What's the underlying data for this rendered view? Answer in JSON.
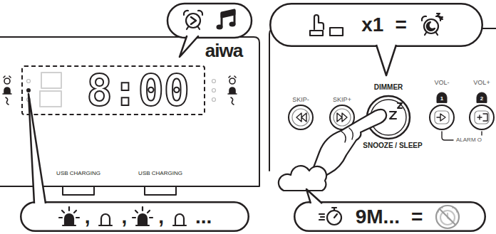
{
  "diagram": {
    "nodes": [
      {
        "text": [
          "8:00"
        ]
      },
      {
        "text": [
          "x1",
          "="
        ]
      },
      {
        "text": [
          ",",
          ",",
          ",",
          "..."
        ]
      },
      {
        "text": [
          "9M...",
          "="
        ]
      }
    ],
    "labels": [
      "aiwa",
      "USB CHARGING",
      "USB CHARGING",
      "SKIP-",
      "SKIP+",
      "DIMMER",
      "VOL-",
      "VOL+",
      "1",
      "2",
      "ALARM O",
      "SNOOZE / SLEEP"
    ]
  }
}
